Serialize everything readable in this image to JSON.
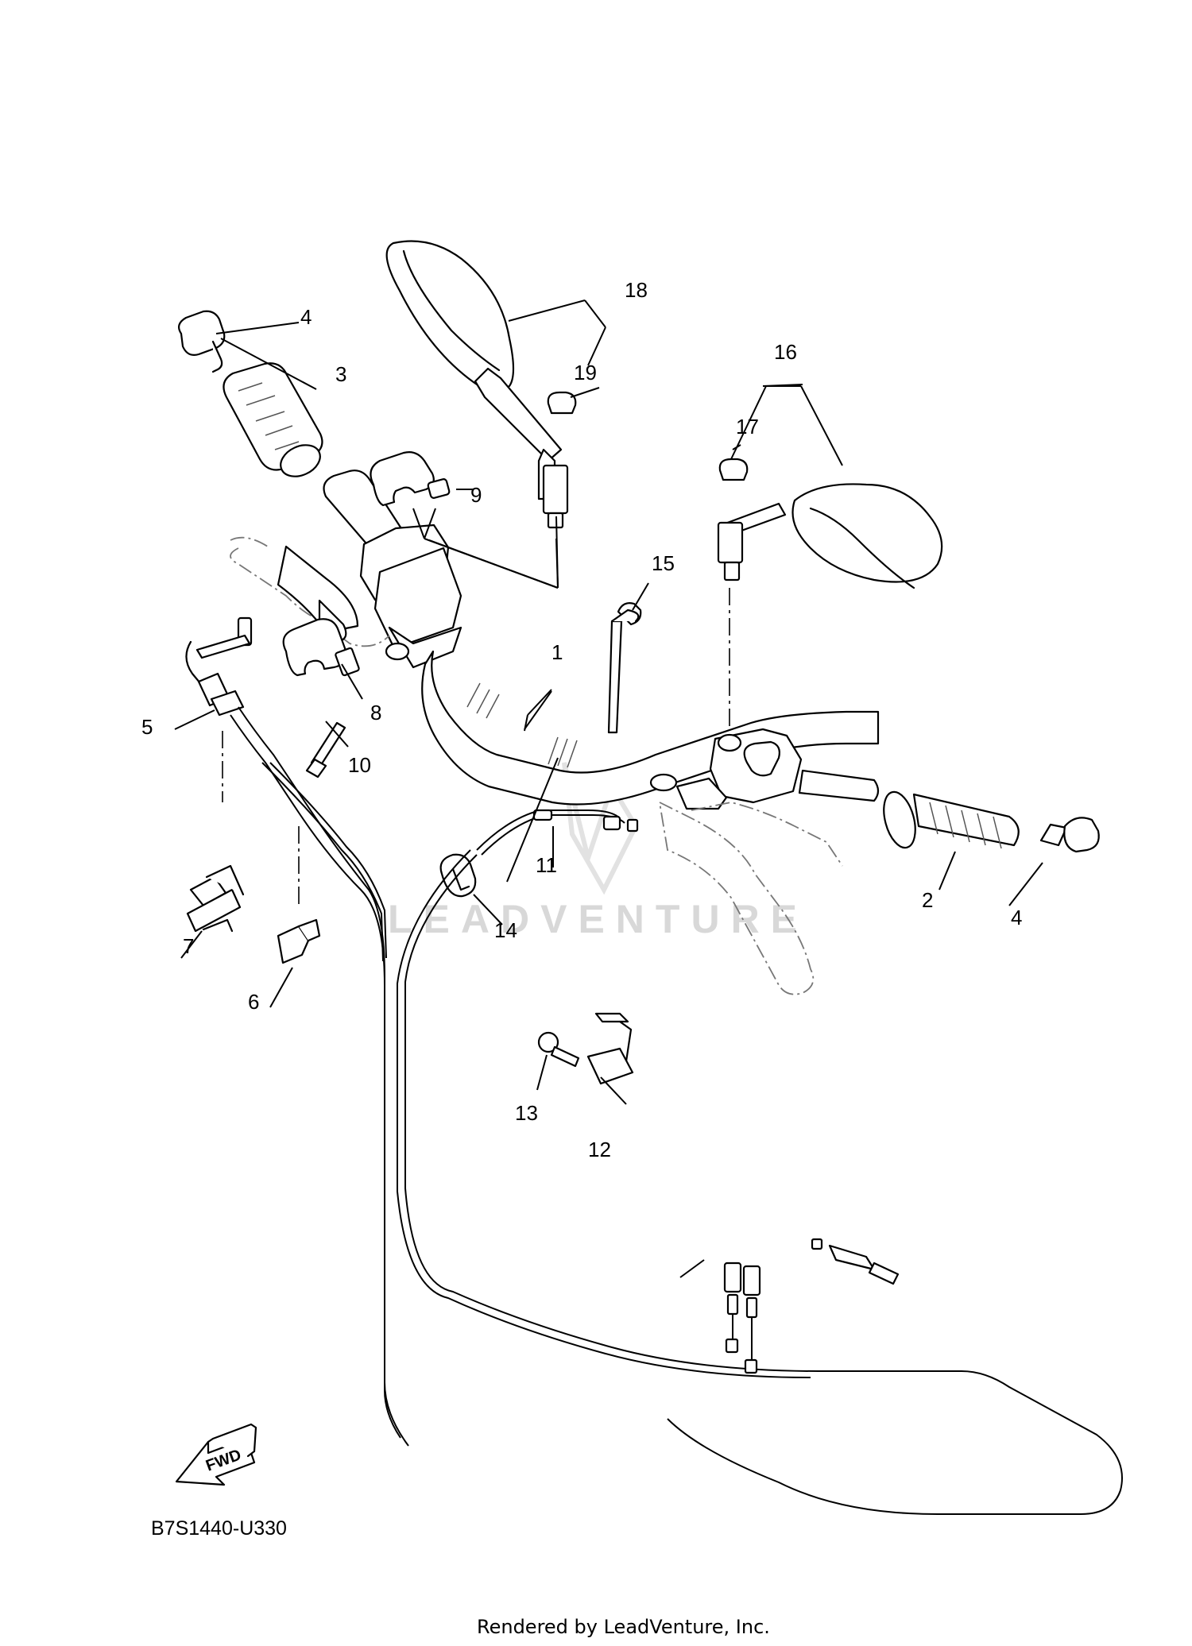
{
  "diagram": {
    "part_code": "B7S1440-U330",
    "footer": "Rendered by LeadVenture, Inc.",
    "watermark": "LEADVENTURE",
    "direction_label": "FWD",
    "callouts": [
      {
        "id": "c1",
        "label": "1"
      },
      {
        "id": "c2",
        "label": "2"
      },
      {
        "id": "c3",
        "label": "3"
      },
      {
        "id": "c4a",
        "label": "4"
      },
      {
        "id": "c4b",
        "label": "4"
      },
      {
        "id": "c5",
        "label": "5"
      },
      {
        "id": "c6",
        "label": "6"
      },
      {
        "id": "c7",
        "label": "7"
      },
      {
        "id": "c8",
        "label": "8"
      },
      {
        "id": "c9",
        "label": "9"
      },
      {
        "id": "c10",
        "label": "10"
      },
      {
        "id": "c11",
        "label": "11"
      },
      {
        "id": "c12",
        "label": "12"
      },
      {
        "id": "c13",
        "label": "13"
      },
      {
        "id": "c14",
        "label": "14"
      },
      {
        "id": "c15",
        "label": "15"
      },
      {
        "id": "c16",
        "label": "16"
      },
      {
        "id": "c17",
        "label": "17"
      },
      {
        "id": "c18",
        "label": "18"
      },
      {
        "id": "c19",
        "label": "19"
      }
    ]
  }
}
